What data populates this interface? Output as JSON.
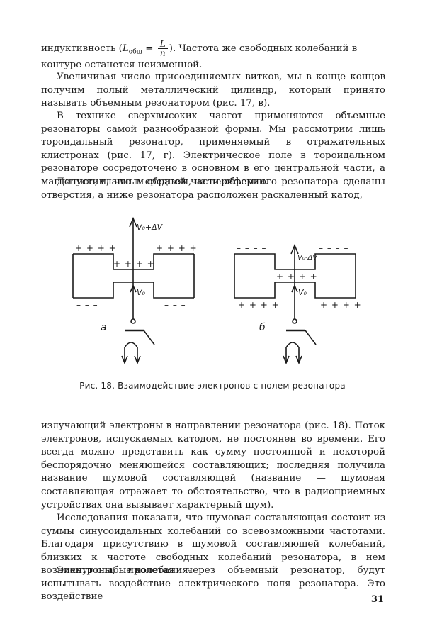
{
  "text": {
    "p1": {
      "lines": [
        [
          "индуктивность (",
          "L",
          "общ",
          " = ",
          "L",
          "n",
          "). Частота же свободных колебаний в"
        ],
        "контуре останется неизменной."
      ]
    },
    "p2": "Увеличивая число присоединяемых витков, мы в конце концов получим полый металлический цилиндр, который принято называть объемным резонатором (рис. 17, в).",
    "p3": "В технике сверхвысоких частот применяются объемные резонаторы самой разнообразной формы. Мы рассмотрим лишь тороидальный резонатор, применяемый в отражательных клистронах (рис. 17, г). Электрическое поле в тороидальном резонаторе сосредоточено в основном в его центральной части, а магнитное, главным образом, на периферии.",
    "p4": "Допустим, что в средней части объемного резонатора сделаны отверстия, а ниже резонатора расположен раскаленный катод,",
    "p5": "излучающий электроны в направлении резонатора (рис. 18). Поток электронов, испускаемых катодом, не постоянен во времени. Его всегда можно представить как сумму постоянной и некоторой беспорядочно меняющейся составляющих; последняя получила название шумовой составляющей (название — шумовая составляющая отражает то обстоятельство, что в радиоприемных устройствах она вызывает характерный шум).",
    "p6": "Исследования показали, что шумовая составляющая состоит из суммы синусоидальных колебаний со всевозможными частотами. Благодаря присутствию в шумовой составляющей колебаний, близких к частоте свободных колебаний резонатора, в нем возникнут слабые колебания.",
    "p7": "Электроны, пролетая через объемный резонатор, будут испытывать воздействие электрического поля резонатора. Это воздействие"
  },
  "figure": {
    "caption": "Рис. 18. Взаимодействие электронов с полем резонатора",
    "panel_a": {
      "label": "а",
      "top_label": "V₀+ΔV",
      "bottom_label": "V₀",
      "top_charges": "+ + + +",
      "inner_top_charges": "+ + + +",
      "inner_bottom_charges": "– – – – –",
      "bottom_charges": "– – –"
    },
    "panel_b": {
      "label": "б",
      "top_label": "V₀-ΔV",
      "bottom_label": "V₀",
      "top_charges": "– – – –",
      "inner_top_charges": "– – – –",
      "inner_bottom_charges": "+ + + +",
      "bottom_charges": "+ + + +"
    }
  },
  "page_number": "31"
}
